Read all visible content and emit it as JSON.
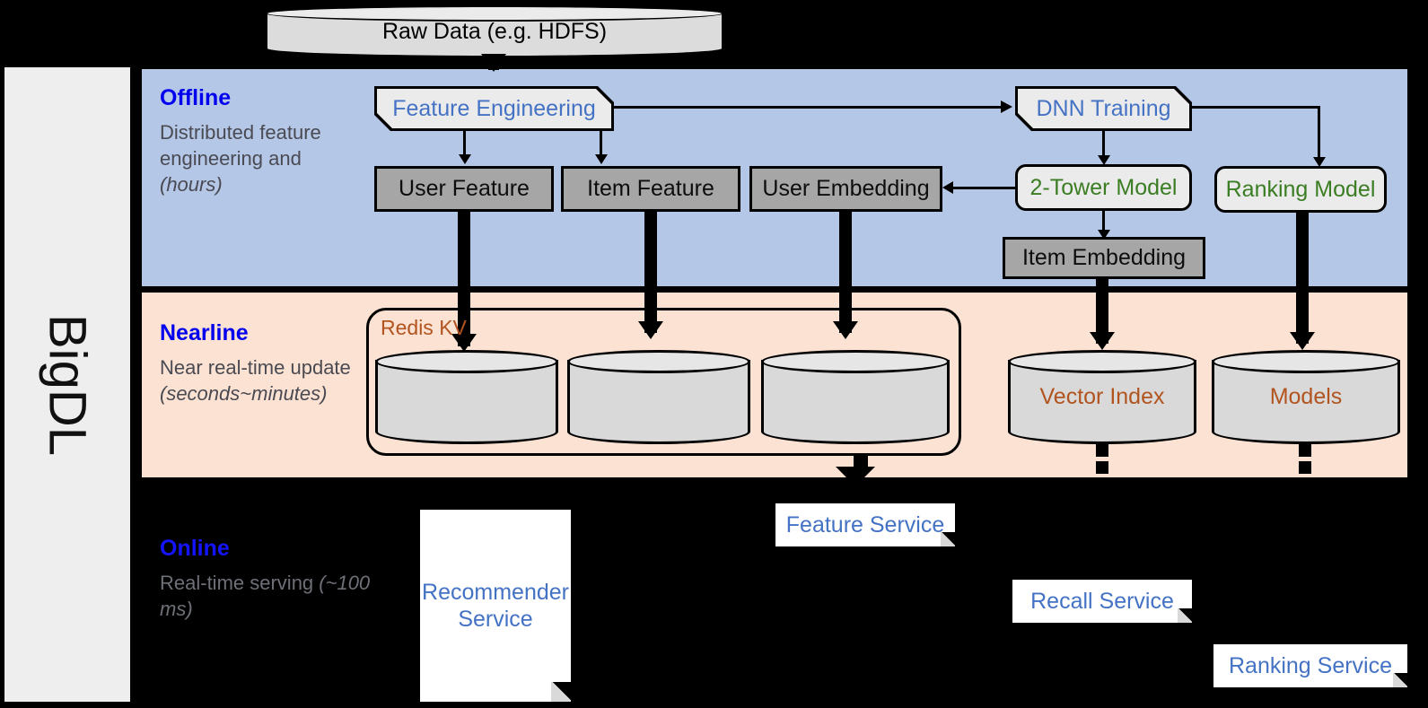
{
  "brand": {
    "name": "BigDL"
  },
  "source": {
    "label": "Raw Data (e.g. HDFS)"
  },
  "sections": {
    "offline": {
      "title": "Offline",
      "subtitle": "Distributed feature engineering and ",
      "subtitle_italic": "(hours)",
      "band_color": "#b4c7e7"
    },
    "nearline": {
      "title": "Nearline",
      "subtitle": "Near real-time update ",
      "subtitle_italic": "(seconds~minutes)",
      "band_color": "#fbe2d3"
    },
    "online": {
      "title": "Online",
      "subtitle": "Real-time serving ",
      "subtitle_italic": "(~100 ms)",
      "band_color": "#000000"
    }
  },
  "offline_nodes": {
    "feature_engineering": "Feature Engineering",
    "dnn_training": "DNN Training",
    "user_feature": "User Feature",
    "item_feature": "Item Feature",
    "user_embedding": "User Embedding",
    "two_tower_model": "2-Tower Model",
    "ranking_model": "Ranking Model",
    "item_embedding": "Item Embedding"
  },
  "nearline_nodes": {
    "redis_kv": "Redis KV",
    "vector_index": "Vector Index",
    "models": "Models"
  },
  "online_nodes": {
    "recommender_service": "Recommender Service",
    "feature_service": "Feature Service",
    "recall_service": "Recall Service",
    "ranking_service": "Ranking Service"
  },
  "colors": {
    "title_blue": "#0000ee",
    "node_blue": "#4472c4",
    "node_green": "#3b7d23",
    "node_brown": "#b1541f",
    "grey_fill": "#a6a6a6",
    "light_fill": "#ebebeb"
  }
}
